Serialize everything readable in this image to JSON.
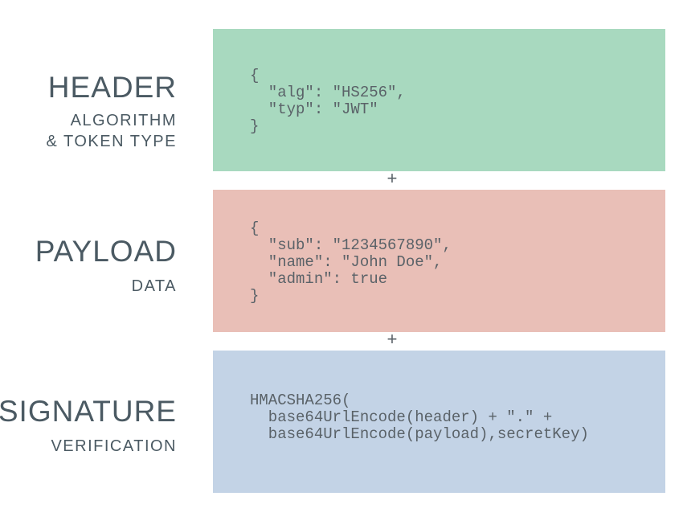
{
  "colors": {
    "header_box": "#a8d9bf",
    "payload_box": "#e9bfb7",
    "signature_box": "#c3d3e6",
    "label_text": "#4b5a63",
    "code_text": "#5a6268"
  },
  "header": {
    "title": "HEADER",
    "subtitle": "ALGORITHM\n& TOKEN TYPE",
    "code": "{\n  \"alg\": \"HS256\",\n  \"typ\": \"JWT\"\n}"
  },
  "payload": {
    "title": "PAYLOAD",
    "subtitle": "DATA",
    "code": "{\n  \"sub\": \"1234567890\",\n  \"name\": \"John Doe\",\n  \"admin\": true\n}"
  },
  "signature": {
    "title": "SIGNATURE",
    "subtitle": "VERIFICATION",
    "code": "HMACSHA256(\n  base64UrlEncode(header) + \".\" +\n  base64UrlEncode(payload),secretKey)"
  },
  "connectors": {
    "plus1": "+",
    "plus2": "+"
  }
}
